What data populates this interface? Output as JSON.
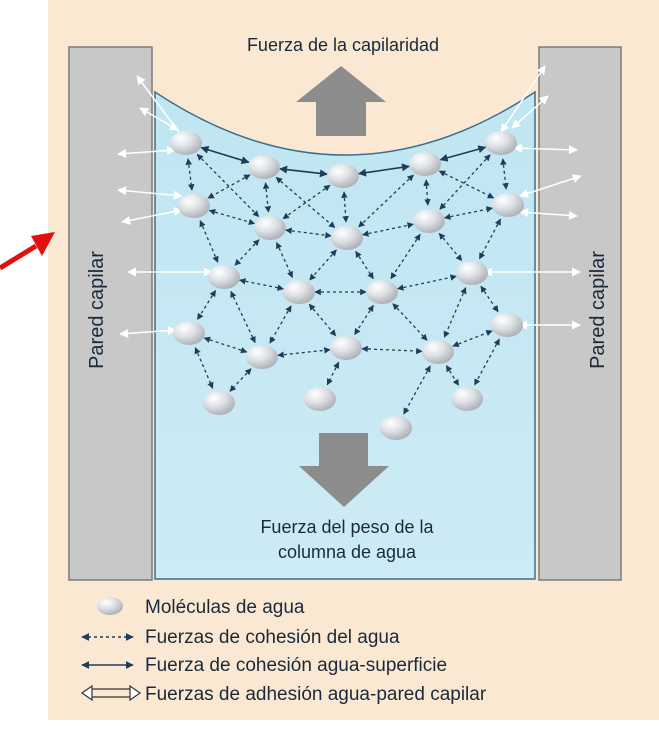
{
  "diagram": {
    "top_label": "Fuerza de la capilaridad",
    "bottom_label_line1": "Fuerza del peso de la",
    "bottom_label_line2": "columna de agua",
    "left_wall_label": "Pared capilar",
    "right_wall_label": "Pared capilar"
  },
  "legend": {
    "molecule": "Moléculas de agua",
    "cohesion": "Fuerzas de cohesión del agua",
    "cohesion_surface": "Fuerza de cohesión agua-superficie",
    "adhesion": "Fuerzas de adhesión agua-pared capilar"
  },
  "colors": {
    "background": "#fbe8d2",
    "wall": "#c8c8c8",
    "water": "#c6e9f3",
    "molecule": "#cfd3d8",
    "arrow_dark": "#1f3c5a",
    "force_arrow": "#8c8c8c",
    "pointer": "#e01010"
  }
}
